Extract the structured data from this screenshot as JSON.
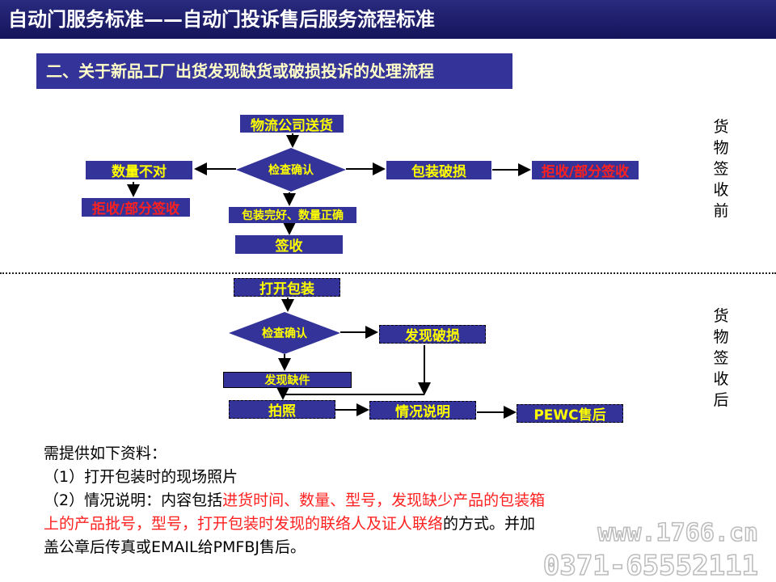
{
  "title": "自动门服务标准——自动门投诉售后服务流程标准",
  "section": "二、关于新品工厂出货发现缺货或破损投诉的处理流程",
  "before": {
    "label_chars": [
      "货",
      "物",
      "签",
      "收",
      "前"
    ],
    "delivery": "物流公司送货",
    "check": "检查确认",
    "qty_wrong": "数量不对",
    "reject_left": "拒收/部分签收",
    "damaged": "包装破损",
    "reject_right": "拒收/部分签收",
    "ok": "包装完好、数量正确",
    "sign": "签收"
  },
  "after": {
    "label_chars": [
      "货",
      "物",
      "签",
      "收",
      "后"
    ],
    "open": "打开包装",
    "check": "检查确认",
    "found_damage": "发现破损",
    "found_missing": "发现缺件",
    "photo": "拍照",
    "explain": "情况说明",
    "service": "PEWC售后"
  },
  "notes": {
    "line1": "需提供如下资料：",
    "line2": "（1）打开包装时的现场照片",
    "line3_a": "（2）情况说明：内容包括",
    "line3_b": "进货时间、数量、型号，发现缺少产品的包装箱",
    "line4_a": "上的产品批号，型号，打开包装时发现的联络人及证人联络",
    "line4_b": "的方式。并加",
    "line5": "盖公章后传真或EMAIL给PMFBJ售后。"
  },
  "watermark": {
    "site": "www.1766.cn",
    "phone": "0371-65552111"
  },
  "colors": {
    "box": "#333399",
    "box_text": "#ffff00",
    "alert": "#ff2020"
  }
}
